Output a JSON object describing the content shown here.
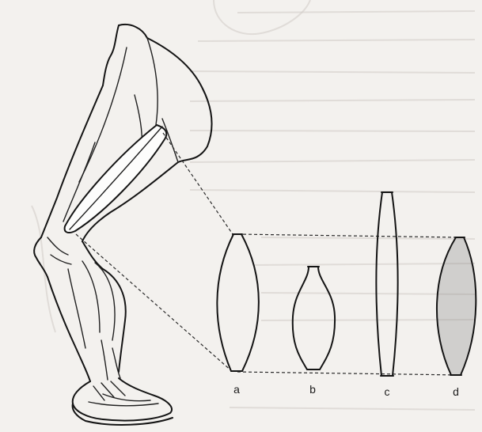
{
  "muscle_labels": {
    "a": "a",
    "b": "b",
    "c": "c",
    "d": "d"
  }
}
